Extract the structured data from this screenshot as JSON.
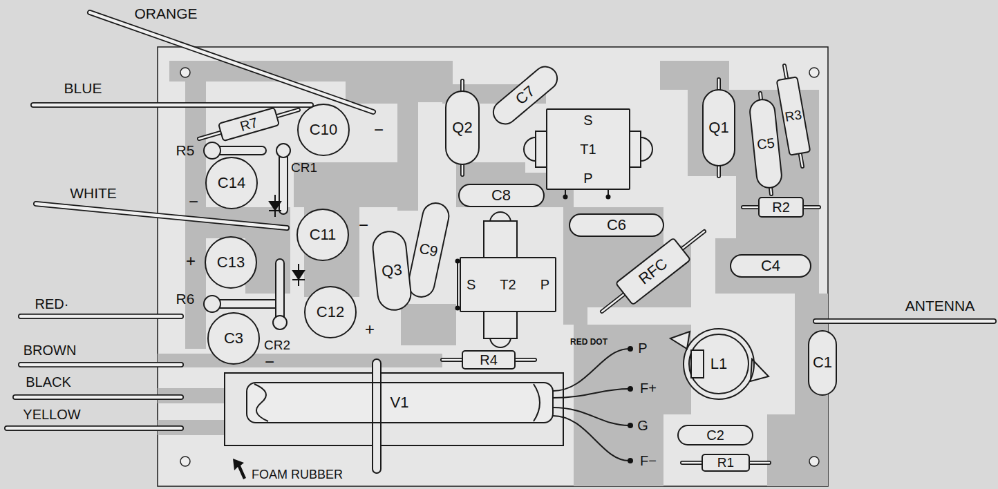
{
  "diagram": {
    "nodes": [
      {
        "text": [
          "C7"
        ]
      },
      {
        "text": [
          "R3"
        ]
      },
      {
        "text": [
          "Q2"
        ]
      },
      {
        "text": [
          "Q1"
        ]
      },
      {
        "text": [
          "R7"
        ]
      },
      {
        "text": [
          "C10"
        ]
      },
      {
        "text": [
          "S",
          "T1",
          "P"
        ]
      },
      {
        "text": [
          "C5"
        ]
      },
      {
        "text": [
          "C14"
        ]
      },
      {
        "text": [
          "C8"
        ]
      },
      {
        "text": [
          "R2"
        ]
      },
      {
        "text": [
          "C6"
        ]
      },
      {
        "text": [
          "C11"
        ]
      },
      {
        "text": [
          "C9"
        ]
      },
      {
        "text": [
          "C13"
        ]
      },
      {
        "text": [
          "Q3"
        ]
      },
      {
        "text": [
          "C4"
        ]
      },
      {
        "text": [
          "RFC"
        ]
      },
      {
        "text": [
          "S",
          "T2",
          "P"
        ]
      },
      {
        "text": [
          "C12"
        ]
      },
      {
        "text": [
          "C3"
        ]
      },
      {
        "text": [
          "R4"
        ]
      },
      {
        "text": [
          "L1"
        ]
      },
      {
        "text": [
          "C1"
        ]
      },
      {
        "text": [
          "V1"
        ]
      },
      {
        "text": [
          "C2"
        ]
      },
      {
        "text": [
          "R1"
        ]
      }
    ],
    "labels": [
      "ORANGE",
      "BLUE",
      "R5",
      "−",
      "CR1",
      "WHITE",
      "−",
      "−",
      "+",
      "RED·",
      "R6",
      "ANTENNA",
      "+",
      "CR2",
      "BROWN",
      "P",
      "RED DOT",
      "−",
      "BLACK",
      "F+",
      "YELLOW",
      "G",
      "F−",
      "FOAM RUBBER"
    ]
  }
}
